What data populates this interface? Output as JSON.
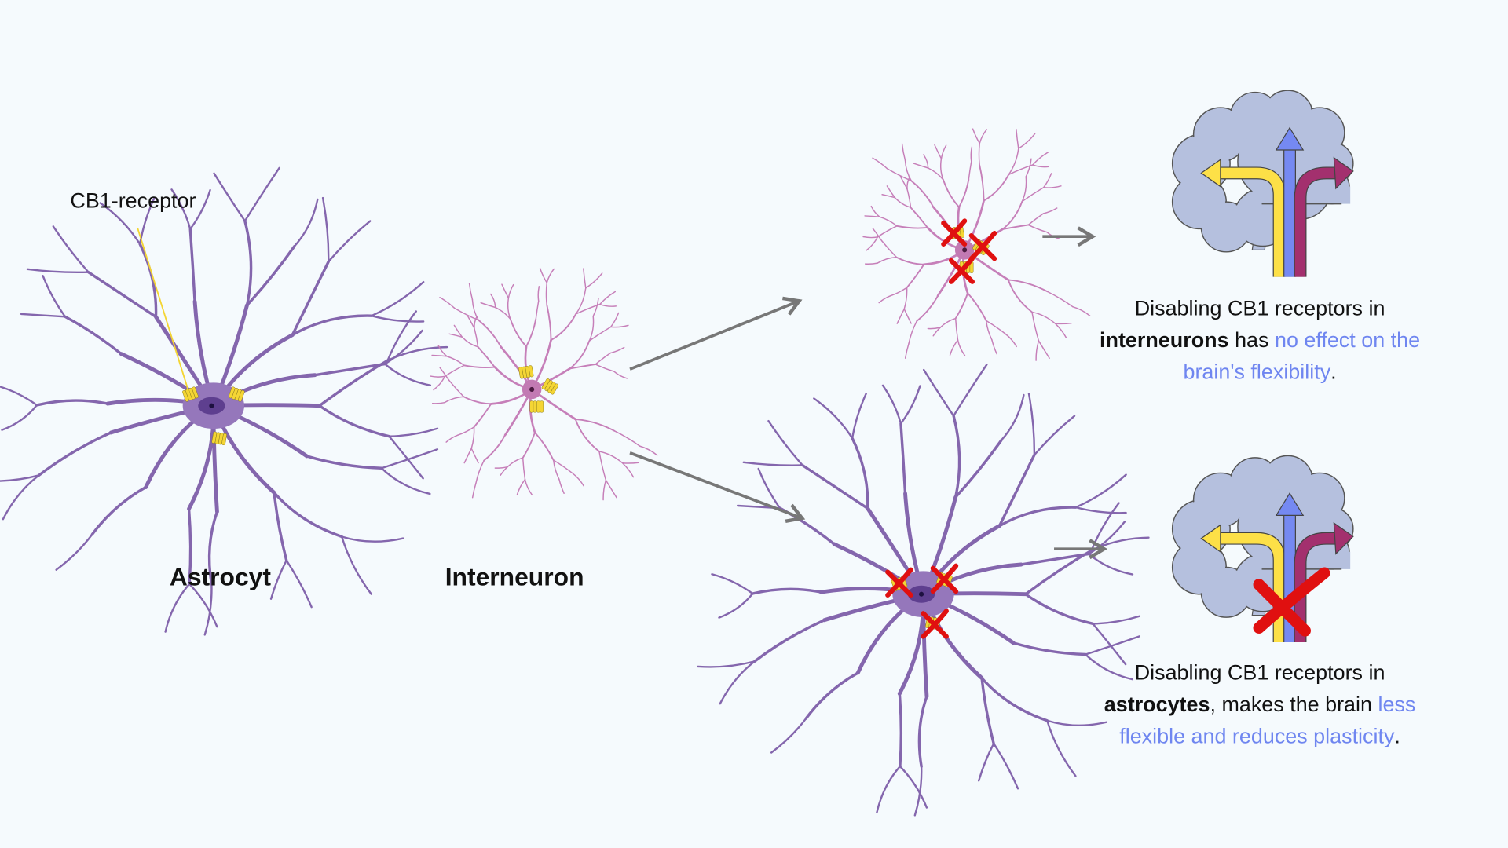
{
  "labels": {
    "cb1_receptor": "CB1-receptor",
    "astrocyte": "Astrocyt",
    "interneuron": "Interneuron"
  },
  "outcome_interneuron": {
    "line1": "Disabling CB1 receptors in",
    "bold": "interneurons",
    "mid": " has ",
    "highlight1": "no effect on the",
    "highlight2": "brain's flexibility",
    "end": "."
  },
  "outcome_astrocyte": {
    "line1": "Disabling CB1 receptors in",
    "bold": "astrocytes",
    "mid": ", makes the brain ",
    "highlight1": "less",
    "highlight2": "flexible and reduces plasticity",
    "end": "."
  },
  "colors": {
    "background": "#f5fafd",
    "astrocyte": "#8466ad",
    "interneuron": "#c67fb9",
    "receptor": "#f4d534",
    "highlight": "#6f86f0",
    "brain": "#b5c0de",
    "arrow_yellow": "#fde047",
    "arrow_blue": "#7589f2",
    "arrow_magenta": "#a3306e",
    "cross": "#e01010",
    "connector": "#777777"
  }
}
